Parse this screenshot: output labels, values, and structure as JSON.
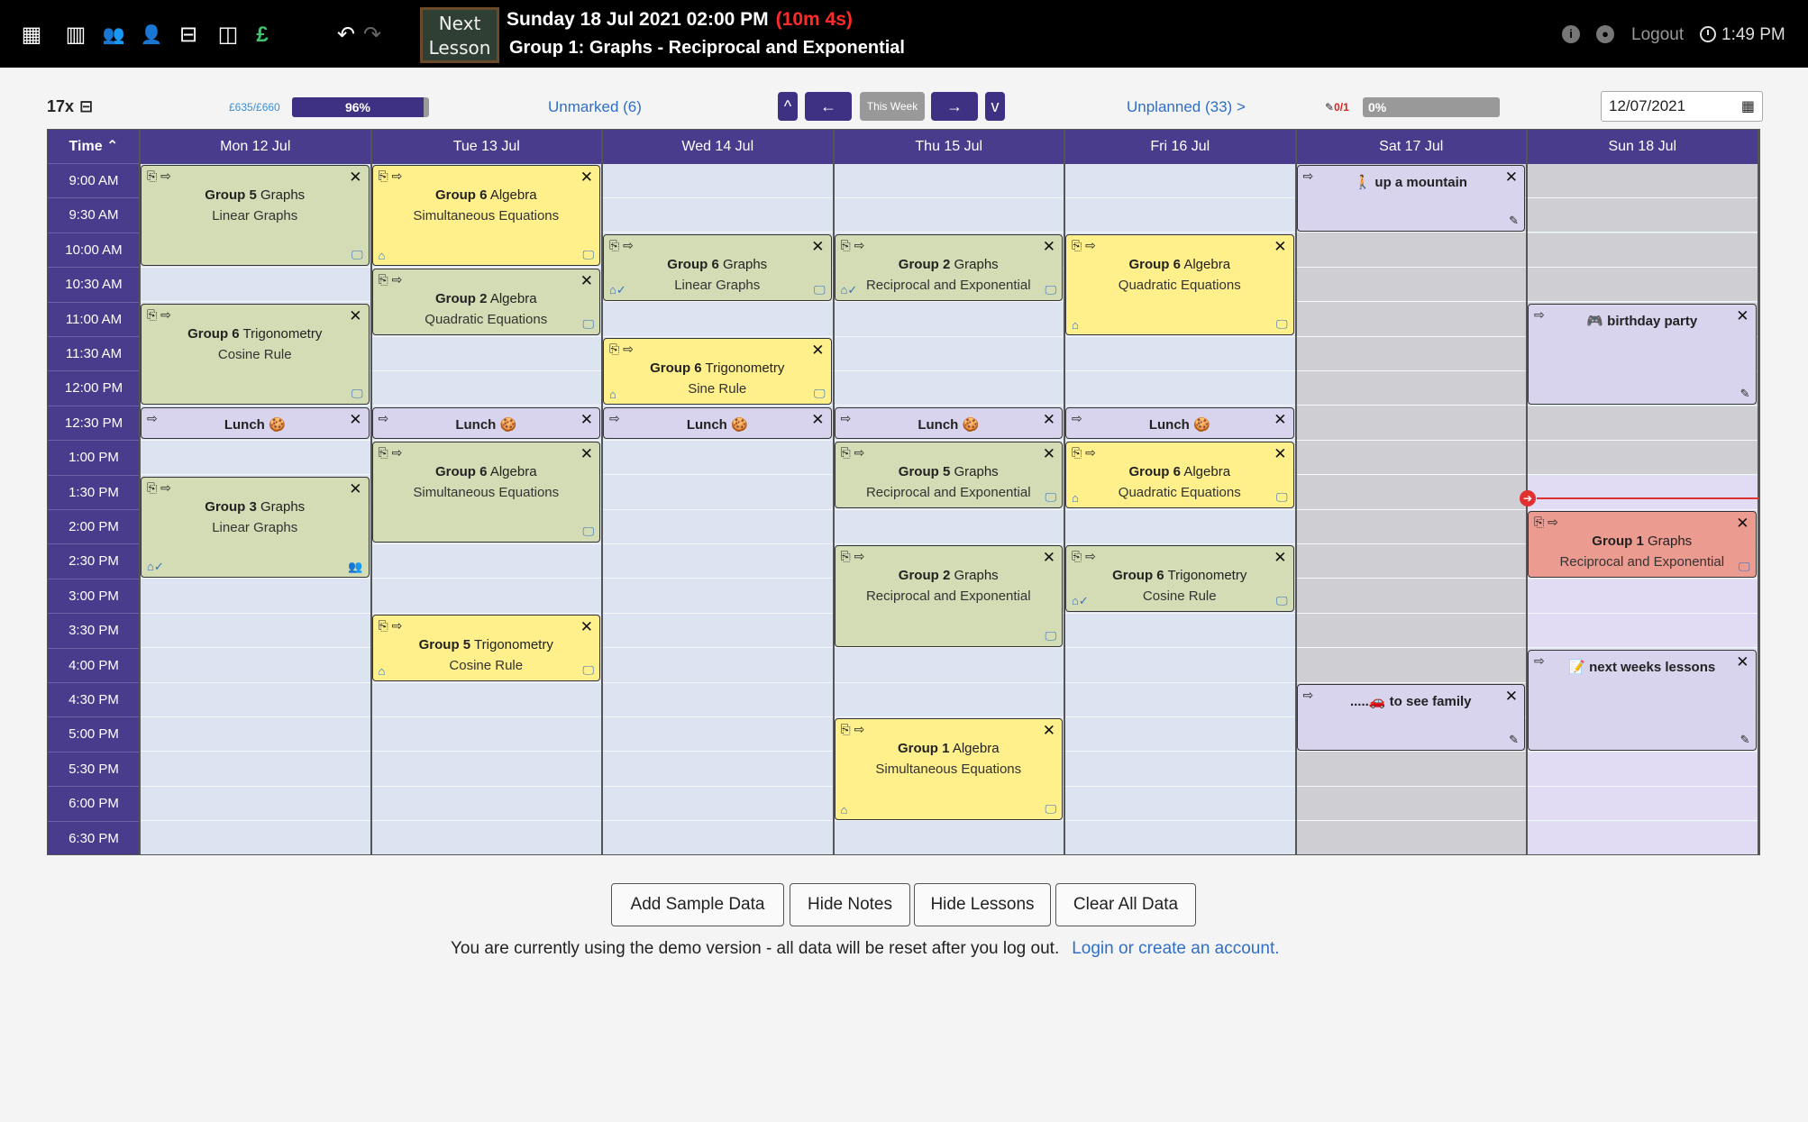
{
  "topbar": {
    "icons": [
      "calendar-icon",
      "building-icon",
      "users-icon",
      "user-icon",
      "chalkboard-teacher-icon",
      "sticky-note-icon",
      "pound-icon",
      "undo-icon",
      "redo-icon"
    ],
    "pound_symbol": "£",
    "logo_line1": "Next",
    "logo_line2": "Lesson",
    "lesson_datetime": "Sunday 18 Jul 2021 02:00 PM",
    "countdown": "(10m 4s)",
    "lesson_name": "Group 1: Graphs - Reciprocal and Exponential",
    "info": "i",
    "user": "●",
    "logout": "Logout",
    "time": "1:49 PM"
  },
  "toolbar": {
    "count": "17x",
    "money_label": "£635/£660",
    "money_percent": "96%",
    "money_fraction": 0.96,
    "unmarked": "Unmarked (6)",
    "btn_up": "^",
    "btn_prev": "←",
    "this_week": "This Week",
    "btn_next": "→",
    "btn_down": "v",
    "unplanned": "Unplanned (33)",
    "unplanned_chevron": ">",
    "plan_label": "0/1",
    "plan_percent": "0%",
    "date_value": "12/07/2021"
  },
  "grid": {
    "time_header": "Time",
    "days": [
      "Mon 12 Jul",
      "Tue 13 Jul",
      "Wed 14 Jul",
      "Thu 15 Jul",
      "Fri 16 Jul",
      "Sat 17 Jul",
      "Sun 18 Jul"
    ],
    "times": [
      "9:00 AM",
      "9:30 AM",
      "10:00 AM",
      "10:30 AM",
      "11:00 AM",
      "11:30 AM",
      "12:00 PM",
      "12:30 PM",
      "1:00 PM",
      "1:30 PM",
      "2:00 PM",
      "2:30 PM",
      "3:00 PM",
      "3:30 PM",
      "4:00 PM",
      "4:30 PM",
      "5:00 PM",
      "5:30 PM",
      "6:00 PM",
      "6:30 PM"
    ],
    "events": [
      {
        "day": 0,
        "start": 0,
        "slots": 3,
        "color": "green",
        "group": "Group 5",
        "subject": "Graphs",
        "topic": "Linear Graphs",
        "br": "monitor"
      },
      {
        "day": 0,
        "start": 4,
        "slots": 3,
        "color": "green",
        "group": "Group 6",
        "subject": "Trigonometry",
        "topic": "Cosine Rule",
        "br": "monitor"
      },
      {
        "day": 0,
        "start": 7,
        "slots": 1,
        "color": "purple",
        "single": "Lunch 🍪"
      },
      {
        "day": 0,
        "start": 9,
        "slots": 3,
        "color": "green",
        "group": "Group 3",
        "subject": "Graphs",
        "topic": "Linear Graphs",
        "bl": "home-check",
        "br": "users"
      },
      {
        "day": 1,
        "start": 0,
        "slots": 3,
        "color": "yellow",
        "group": "Group 6",
        "subject": "Algebra",
        "topic": "Simultaneous Equations",
        "bl": "home",
        "br": "monitor"
      },
      {
        "day": 1,
        "start": 3,
        "slots": 2,
        "color": "green",
        "group": "Group 2",
        "subject": "Algebra",
        "topic": "Quadratic Equations",
        "br": "monitor"
      },
      {
        "day": 1,
        "start": 7,
        "slots": 1,
        "color": "purple",
        "single": "Lunch 🍪"
      },
      {
        "day": 1,
        "start": 8,
        "slots": 3,
        "color": "green",
        "group": "Group 6",
        "subject": "Algebra",
        "topic": "Simultaneous Equations",
        "br": "monitor"
      },
      {
        "day": 1,
        "start": 13,
        "slots": 2,
        "color": "yellow",
        "group": "Group 5",
        "subject": "Trigonometry",
        "topic": "Cosine Rule",
        "bl": "home",
        "br": "monitor"
      },
      {
        "day": 2,
        "start": 2,
        "slots": 2,
        "color": "green",
        "group": "Group 6",
        "subject": "Graphs",
        "topic": "Linear Graphs",
        "bl": "home-check",
        "br": "monitor"
      },
      {
        "day": 2,
        "start": 5,
        "slots": 2,
        "color": "yellow",
        "group": "Group 6",
        "subject": "Trigonometry",
        "topic": "Sine Rule",
        "bl": "home",
        "br": "monitor"
      },
      {
        "day": 2,
        "start": 7,
        "slots": 1,
        "color": "purple",
        "single": "Lunch 🍪"
      },
      {
        "day": 3,
        "start": 2,
        "slots": 2,
        "color": "green",
        "group": "Group 2",
        "subject": "Graphs",
        "topic": "Reciprocal and Exponential",
        "bl": "home-check",
        "br": "monitor"
      },
      {
        "day": 3,
        "start": 7,
        "slots": 1,
        "color": "purple",
        "single": "Lunch 🍪"
      },
      {
        "day": 3,
        "start": 8,
        "slots": 2,
        "color": "green",
        "group": "Group 5",
        "subject": "Graphs",
        "topic": "Reciprocal and Exponential",
        "br": "monitor"
      },
      {
        "day": 3,
        "start": 11,
        "slots": 3,
        "color": "green",
        "group": "Group 2",
        "subject": "Graphs",
        "topic": "Reciprocal and Exponential",
        "br": "monitor"
      },
      {
        "day": 3,
        "start": 16,
        "slots": 3,
        "color": "yellow",
        "group": "Group 1",
        "subject": "Algebra",
        "topic": "Simultaneous Equations",
        "bl": "home",
        "br": "monitor"
      },
      {
        "day": 4,
        "start": 2,
        "slots": 3,
        "color": "yellow",
        "group": "Group 6",
        "subject": "Algebra",
        "topic": "Quadratic Equations",
        "bl": "home",
        "br": "monitor"
      },
      {
        "day": 4,
        "start": 7,
        "slots": 1,
        "color": "purple",
        "single": "Lunch 🍪"
      },
      {
        "day": 4,
        "start": 8,
        "slots": 2,
        "color": "yellow",
        "group": "Group 6",
        "subject": "Algebra",
        "topic": "Quadratic Equations",
        "bl": "home",
        "br": "monitor"
      },
      {
        "day": 4,
        "start": 11,
        "slots": 2,
        "color": "green",
        "group": "Group 6",
        "subject": "Trigonometry",
        "topic": "Cosine Rule",
        "bl": "home-check",
        "br": "monitor"
      },
      {
        "day": 5,
        "start": 0,
        "slots": 2,
        "color": "purple",
        "single": "🚶 up a mountain",
        "edit": true
      },
      {
        "day": 5,
        "start": 15,
        "slots": 2,
        "color": "purple",
        "single": ".....🚗 to see family",
        "edit": true
      },
      {
        "day": 6,
        "start": 4,
        "slots": 3,
        "color": "purple",
        "single": "🎮 birthday party",
        "edit": true
      },
      {
        "day": 6,
        "start": 10,
        "slots": 2,
        "color": "red",
        "group": "Group 1",
        "subject": "Graphs",
        "topic": "Reciprocal and Exponential",
        "br": "monitor"
      },
      {
        "day": 6,
        "start": 14,
        "slots": 3,
        "color": "purple",
        "single": "📝 next weeks lessons",
        "edit": true
      }
    ]
  },
  "buttons": {
    "sample": "Add Sample Data",
    "notes": "Hide Notes",
    "lessons": "Hide Lessons",
    "clear": "Clear All Data"
  },
  "footer": {
    "demo_text": "You are currently using the demo version - all data will be reset after you log out.",
    "login_link": "Login or create an account."
  }
}
